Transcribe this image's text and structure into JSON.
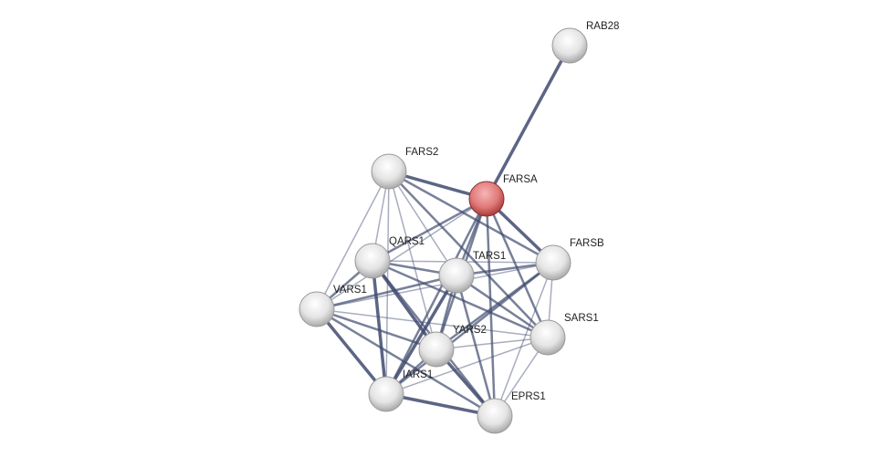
{
  "network": {
    "colors": {
      "node": "#e8e8e8",
      "query_node": "#e07a7a",
      "edge": "#3f4a6e"
    },
    "nodes": [
      {
        "id": "RAB28",
        "label": "RAB28",
        "query": false
      },
      {
        "id": "FARS2",
        "label": "FARS2",
        "query": false
      },
      {
        "id": "FARSA",
        "label": "FARSA",
        "query": true
      },
      {
        "id": "QARS1",
        "label": "QARS1",
        "query": false
      },
      {
        "id": "TARS1",
        "label": "TARS1",
        "query": false
      },
      {
        "id": "FARSB",
        "label": "FARSB",
        "query": false
      },
      {
        "id": "VARS1",
        "label": "VARS1",
        "query": false
      },
      {
        "id": "SARS1",
        "label": "SARS1",
        "query": false
      },
      {
        "id": "YARS2",
        "label": "YARS2",
        "query": false
      },
      {
        "id": "IARS1",
        "label": "IARS1",
        "query": false
      },
      {
        "id": "EPRS1",
        "label": "EPRS1",
        "query": false
      }
    ],
    "edges": [
      [
        "FARSA",
        "RAB28",
        3
      ],
      [
        "FARSA",
        "FARS2",
        3
      ],
      [
        "FARSA",
        "QARS1",
        2
      ],
      [
        "FARSA",
        "TARS1",
        2
      ],
      [
        "FARSA",
        "FARSB",
        3
      ],
      [
        "FARSA",
        "SARS1",
        2
      ],
      [
        "FARSA",
        "YARS2",
        2
      ],
      [
        "FARSA",
        "EPRS1",
        2
      ],
      [
        "FARSA",
        "IARS1",
        2
      ],
      [
        "FARSA",
        "VARS1",
        1
      ],
      [
        "FARS2",
        "QARS1",
        1
      ],
      [
        "FARS2",
        "VARS1",
        1
      ],
      [
        "FARS2",
        "TARS1",
        1
      ],
      [
        "FARS2",
        "FARSB",
        2
      ],
      [
        "FARS2",
        "YARS2",
        1
      ],
      [
        "FARS2",
        "SARS1",
        2
      ],
      [
        "FARS2",
        "IARS1",
        1
      ],
      [
        "QARS1",
        "TARS1",
        2
      ],
      [
        "QARS1",
        "FARSB",
        1
      ],
      [
        "QARS1",
        "VARS1",
        2
      ],
      [
        "QARS1",
        "YARS2",
        3
      ],
      [
        "QARS1",
        "IARS1",
        3
      ],
      [
        "QARS1",
        "SARS1",
        2
      ],
      [
        "QARS1",
        "EPRS1",
        2
      ],
      [
        "TARS1",
        "FARSB",
        2
      ],
      [
        "TARS1",
        "VARS1",
        2
      ],
      [
        "TARS1",
        "YARS2",
        2
      ],
      [
        "TARS1",
        "IARS1",
        3
      ],
      [
        "TARS1",
        "SARS1",
        2
      ],
      [
        "TARS1",
        "EPRS1",
        2
      ],
      [
        "FARSB",
        "VARS1",
        1
      ],
      [
        "FARSB",
        "YARS2",
        2
      ],
      [
        "FARSB",
        "SARS1",
        1
      ],
      [
        "FARSB",
        "EPRS1",
        1
      ],
      [
        "FARSB",
        "IARS1",
        2
      ],
      [
        "VARS1",
        "YARS2",
        2
      ],
      [
        "VARS1",
        "IARS1",
        3
      ],
      [
        "VARS1",
        "SARS1",
        1
      ],
      [
        "VARS1",
        "EPRS1",
        2
      ],
      [
        "YARS2",
        "IARS1",
        2
      ],
      [
        "YARS2",
        "SARS1",
        1
      ],
      [
        "YARS2",
        "EPRS1",
        3
      ],
      [
        "IARS1",
        "EPRS1",
        3
      ],
      [
        "IARS1",
        "SARS1",
        1
      ],
      [
        "SARS1",
        "EPRS1",
        1
      ]
    ]
  }
}
